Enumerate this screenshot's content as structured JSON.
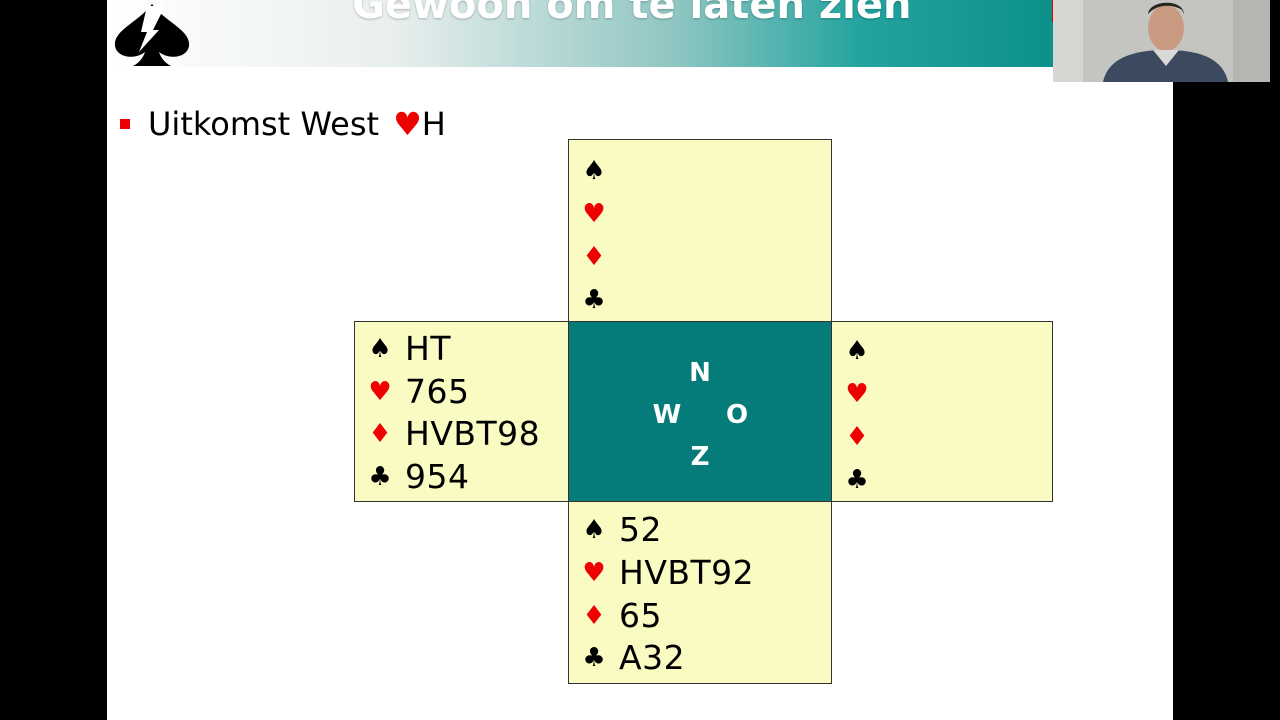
{
  "header": {
    "title": "Gewoon om te laten zien"
  },
  "bullet": {
    "text": "Uitkomst West",
    "suit": "♥",
    "card": "H"
  },
  "suits": {
    "spade": "♠",
    "heart": "♥",
    "diamond": "♦",
    "club": "♣"
  },
  "hands": {
    "north": {
      "spades": "",
      "hearts": "",
      "diamonds": "",
      "clubs": ""
    },
    "west": {
      "spades": "HT",
      "hearts": "765",
      "diamonds": "HVBT98",
      "clubs": "954"
    },
    "east": {
      "spades": "",
      "hearts": "",
      "diamonds": "",
      "clubs": ""
    },
    "south": {
      "spades": "52",
      "hearts": "HVBT92",
      "diamonds": "65",
      "clubs": "A32"
    }
  },
  "compass": {
    "n": "N",
    "w": "W",
    "o": "O",
    "z": "Z"
  },
  "colors": {
    "hand_bg": "#fafac3",
    "compass_bg": "#067c7a",
    "red_suit": "#e00000",
    "banner_accent": "#0e908a"
  },
  "icons": {
    "logo": "spade-logo-icon",
    "bullet": "red-square-bullet-icon"
  }
}
